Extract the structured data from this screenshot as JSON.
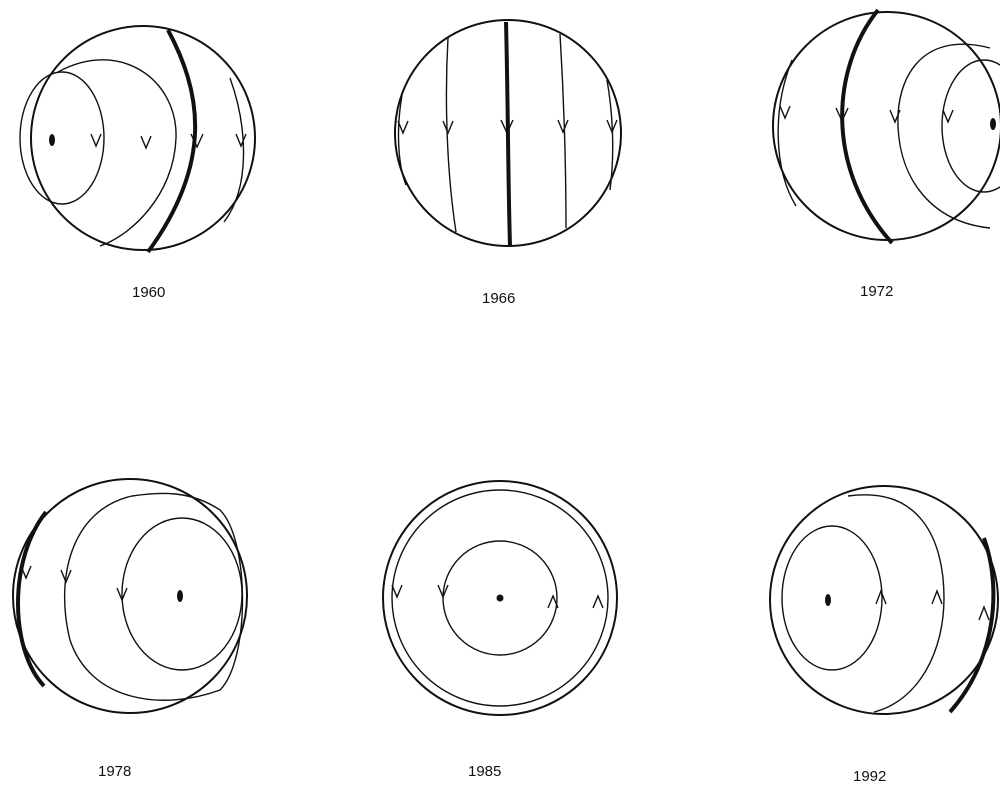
{
  "panels": [
    {
      "year": "1960"
    },
    {
      "year": "1966"
    },
    {
      "year": "1972"
    },
    {
      "year": "1978"
    },
    {
      "year": "1985"
    },
    {
      "year": "1992"
    }
  ]
}
